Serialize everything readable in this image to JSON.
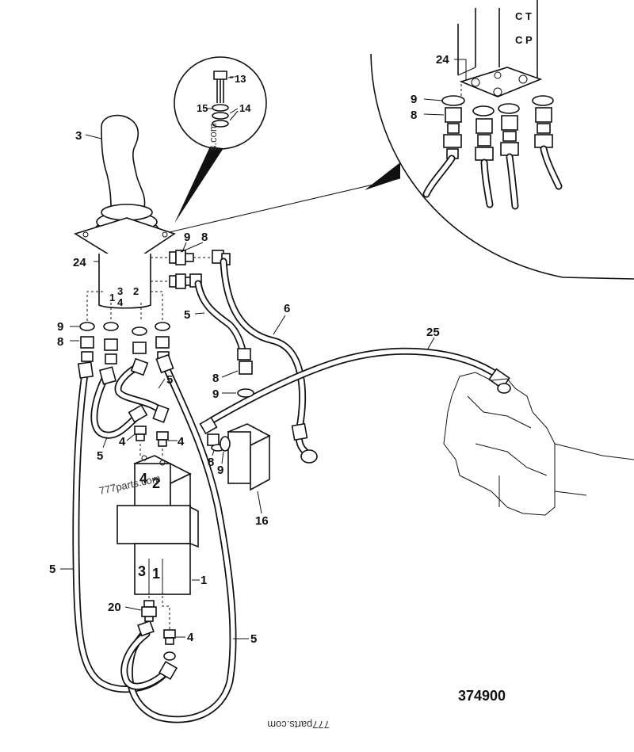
{
  "drawing_number": "374900",
  "watermark": "777parts.com",
  "watermark_small": "777parts.com",
  "detail_watermark": "s.com",
  "callouts": {
    "p3": "3",
    "p13": "13",
    "p14": "14",
    "p15": "15",
    "p24_main": "24",
    "p24_detail": "24",
    "p9_detail": "9",
    "p8_detail": "8",
    "p9_top": "9",
    "p8_top": "8",
    "p9_left": "9",
    "p8_left": "8",
    "p5_a": "5",
    "p6": "6",
    "p25": "25",
    "p8_mid": "8",
    "p9_mid": "9",
    "p5_mid": "5",
    "p5_left_b": "5",
    "p4_a": "4",
    "p4_b": "4",
    "p8_lower": "8",
    "p9_lower": "9",
    "p16": "16",
    "p5_long_left": "5",
    "p1": "1",
    "p20": "20",
    "p4_c": "4",
    "p5_long_right": "5"
  },
  "base_marks": {
    "m1": "3",
    "m2": "2",
    "m3": "1",
    "m4": "4"
  },
  "valve_marks": {
    "v4": "4",
    "v2": "2",
    "v3": "3",
    "v1": "1"
  },
  "detail_column_text": {
    "t1": "C T",
    "t2": "C P"
  }
}
